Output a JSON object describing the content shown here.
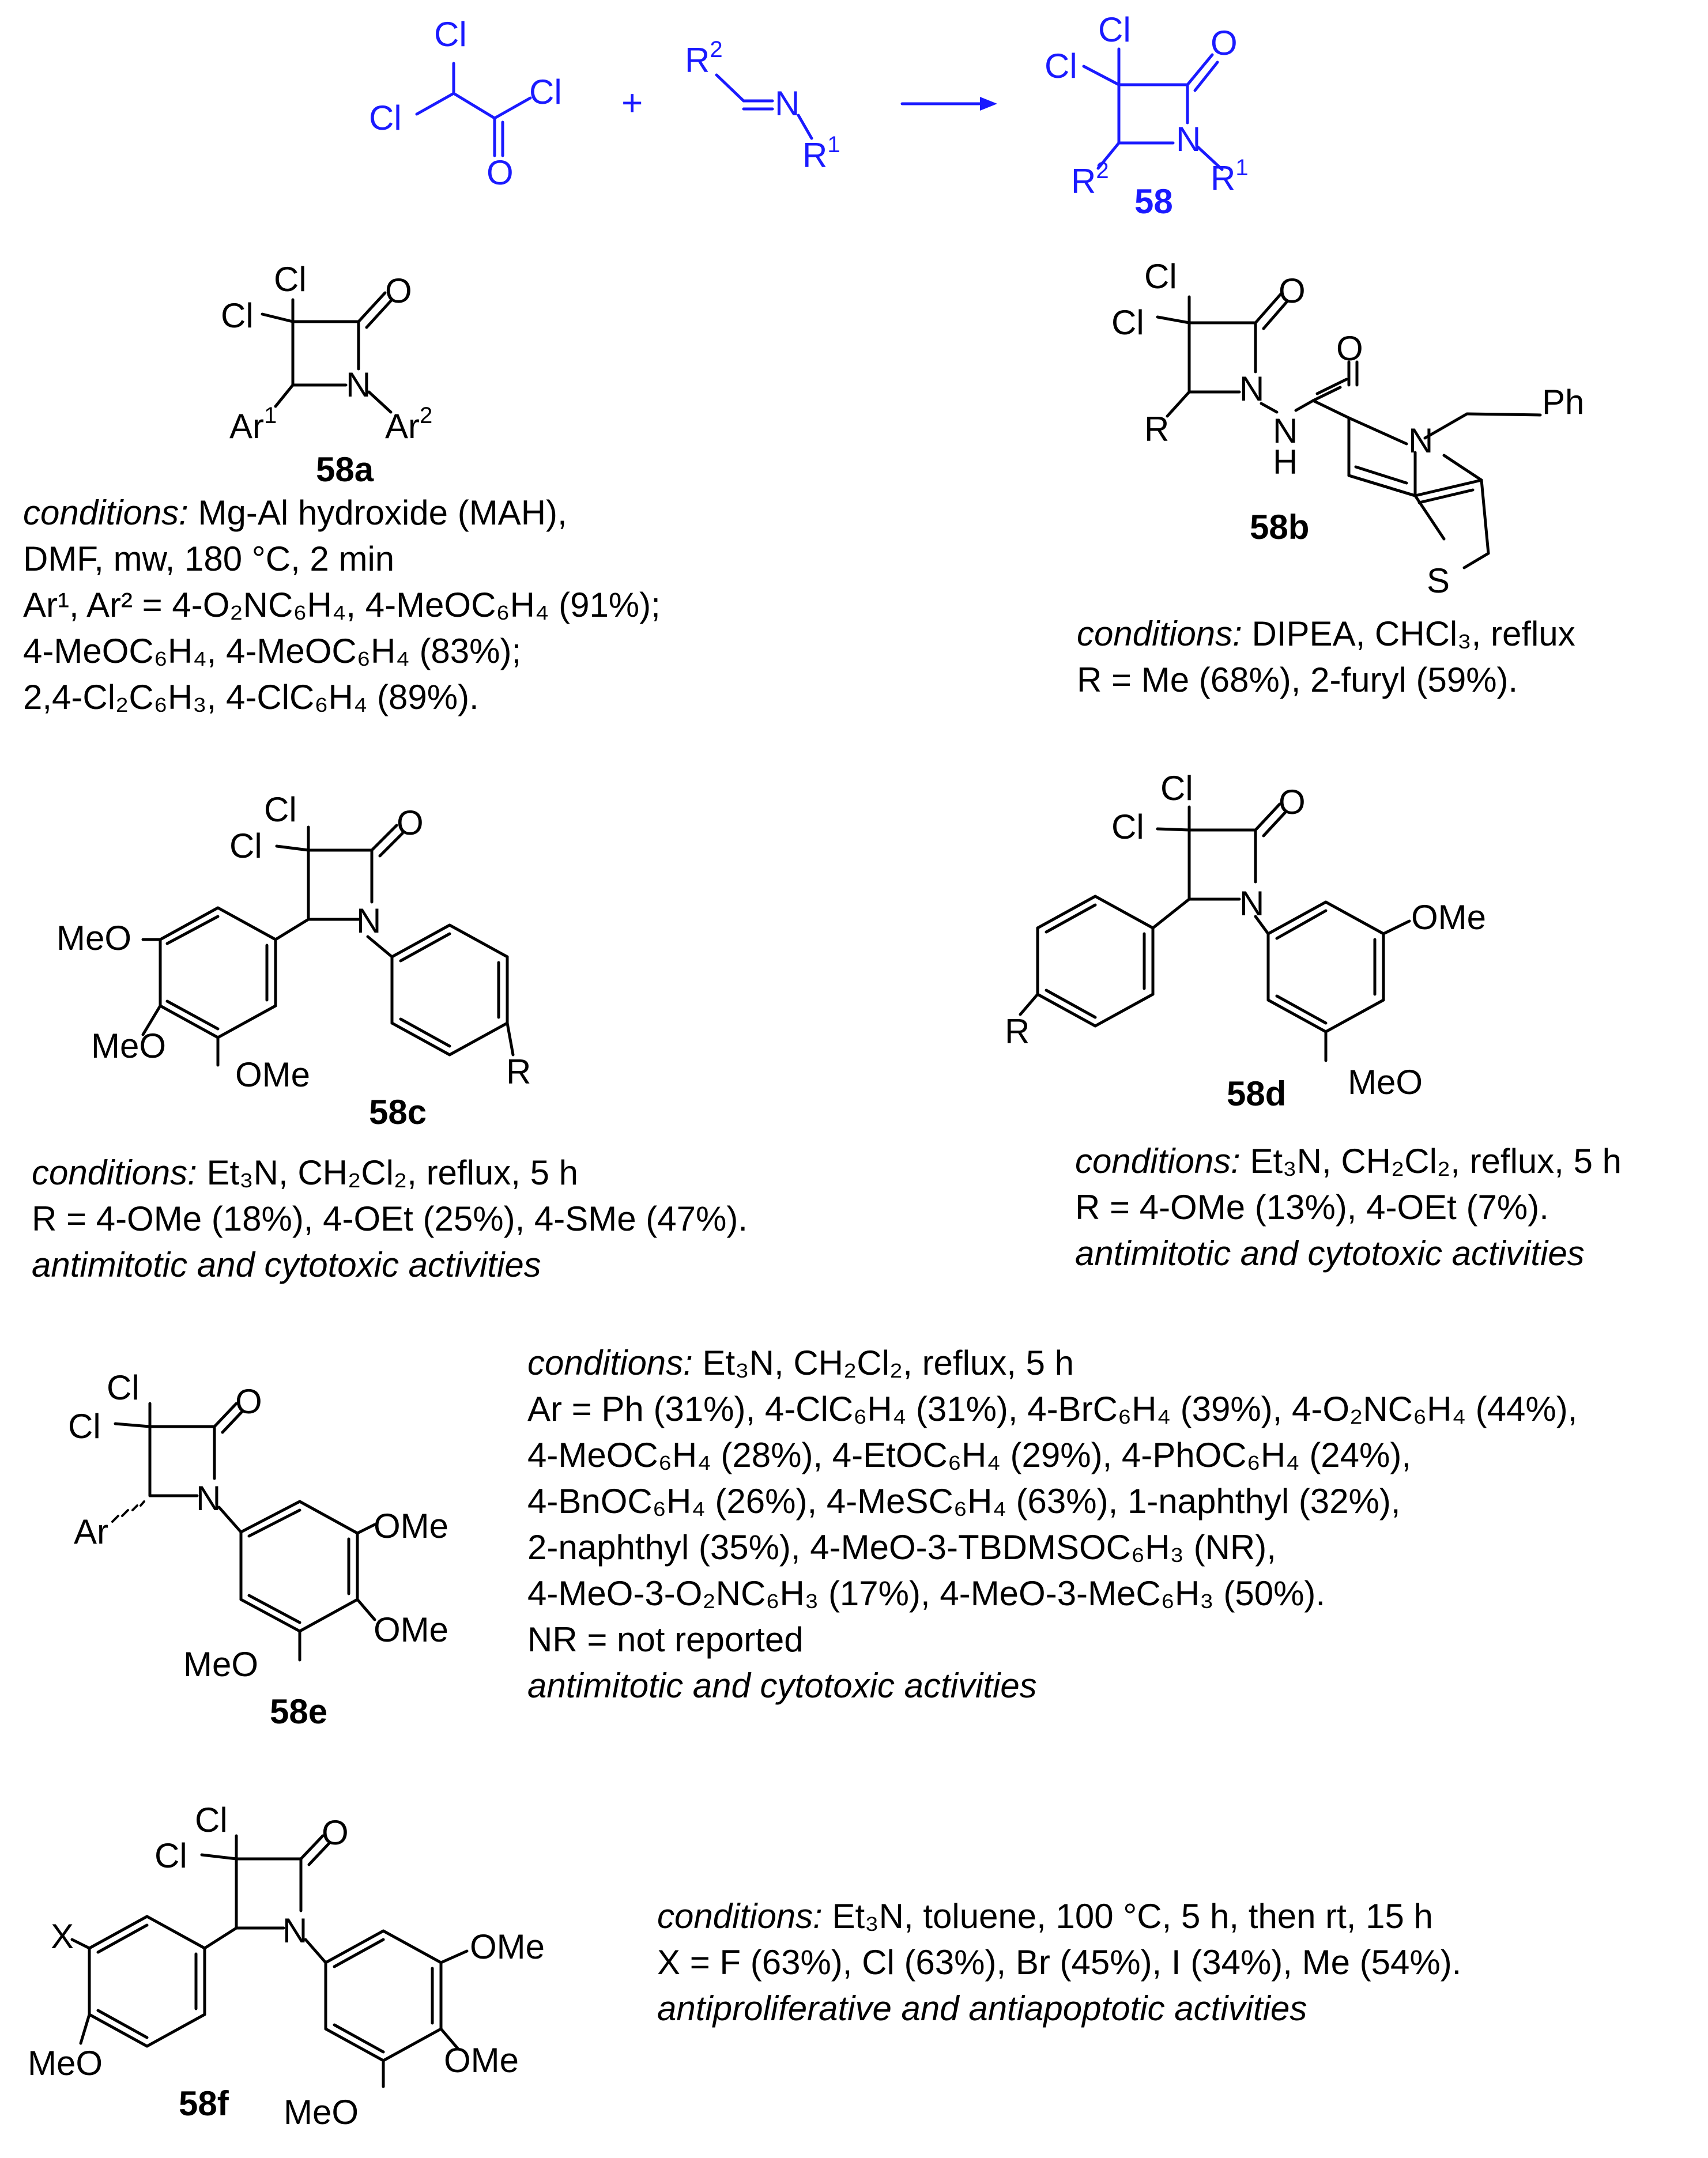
{
  "colors": {
    "scheme": "#1a1aff",
    "structure": "#000000"
  },
  "scheme": {
    "reagent1": {
      "cl_a": "Cl",
      "cl_b": "Cl",
      "cl_c": "Cl",
      "o": "O"
    },
    "plus": "+",
    "reagent2": {
      "r2": "R",
      "r2_sup": "2",
      "n": "N",
      "r1": "R",
      "r1_sup": "1"
    },
    "product": {
      "cl_a": "Cl",
      "cl_b": "Cl",
      "o": "O",
      "n": "N",
      "r2": "R",
      "r2_sup": "2",
      "r1": "R",
      "r1_sup": "1",
      "label": "58"
    }
  },
  "c58a": {
    "atoms": {
      "cl_a": "Cl",
      "cl_b": "Cl",
      "o": "O",
      "n": "N",
      "ar1": "Ar",
      "ar1_sup": "1",
      "ar2": "Ar",
      "ar2_sup": "2"
    },
    "label": "58a",
    "conditions_label": "conditions:",
    "line1": "Mg-Al hydroxide (MAH),",
    "line2": "DMF, mw, 180 °C, 2 min",
    "line3": "Ar¹, Ar² = 4-O₂NC₆H₄, 4-MeOC₆H₄ (91%);",
    "line4": "4-MeOC₆H₄, 4-MeOC₆H₄ (83%);",
    "line5": "2,4-Cl₂C₆H₃, 4-ClC₆H₄ (89%)."
  },
  "c58b": {
    "atoms": {
      "cl_a": "Cl",
      "cl_b": "Cl",
      "o1": "O",
      "o2": "O",
      "n1": "N",
      "n2": "N",
      "h": "H",
      "n3": "N",
      "ph": "Ph",
      "r": "R",
      "s": "S"
    },
    "label": "58b",
    "conditions_label": "conditions:",
    "line1": "DIPEA, CHCl₃,  reflux",
    "line2": "R = Me (68%), 2-furyl (59%)."
  },
  "c58c": {
    "atoms": {
      "cl_a": "Cl",
      "cl_b": "Cl",
      "o": "O",
      "n": "N",
      "meo1": "MeO",
      "meo2": "MeO",
      "ome": "OMe",
      "r": "R"
    },
    "label": "58c",
    "conditions_label": "conditions:",
    "line1": "Et₃N, CH₂Cl₂, reflux, 5 h",
    "line2": "R = 4-OMe (18%), 4-OEt (25%), 4-SMe (47%).",
    "activity": "antimitotic and cytotoxic activities"
  },
  "c58d": {
    "atoms": {
      "cl_a": "Cl",
      "cl_b": "Cl",
      "o": "O",
      "n": "N",
      "ome": "OMe",
      "meo": "MeO",
      "r": "R"
    },
    "label": "58d",
    "conditions_label": "conditions:",
    "line1": "Et₃N, CH₂Cl₂, reflux, 5 h",
    "line2": "R = 4-OMe (13%), 4-OEt (7%).",
    "activity": "antimitotic and cytotoxic activities"
  },
  "c58e": {
    "atoms": {
      "cl_a": "Cl",
      "cl_b": "Cl",
      "o": "O",
      "n": "N",
      "ar": "Ar",
      "ome1": "OMe",
      "ome2": "OMe",
      "meo": "MeO"
    },
    "label": "58e",
    "conditions_label": "conditions:",
    "line1": "Et₃N, CH₂Cl₂, reflux, 5 h",
    "line2": "Ar = Ph (31%), 4-ClC₆H₄ (31%), 4-BrC₆H₄ (39%), 4-O₂NC₆H₄ (44%),",
    "line3": "4-MeOC₆H₄ (28%), 4-EtOC₆H₄ (29%), 4-PhOC₆H₄ (24%),",
    "line4": "4-BnOC₆H₄ (26%), 4-MeSC₆H₄ (63%), 1-naphthyl (32%),",
    "line5": "2-naphthyl (35%), 4-MeO-3-TBDMSOC₆H₃ (NR),",
    "line6": "4-MeO-3-O₂NC₆H₃ (17%), 4-MeO-3-MeC₆H₃ (50%).",
    "line7": "NR = not reported",
    "activity": "antimitotic and cytotoxic activities"
  },
  "c58f": {
    "atoms": {
      "cl_a": "Cl",
      "cl_b": "Cl",
      "o": "O",
      "n": "N",
      "x": "X",
      "meo1": "MeO",
      "ome1": "OMe",
      "ome2": "OMe",
      "meo2": "MeO"
    },
    "label": "58f",
    "conditions_label": "conditions:",
    "line1": "Et₃N, toluene, 100 °C, 5 h, then rt, 15 h",
    "line2": "X = F (63%), Cl (63%), Br (45%), I (34%), Me (54%).",
    "activity": "antiproliferative and antiapoptotic activities"
  }
}
